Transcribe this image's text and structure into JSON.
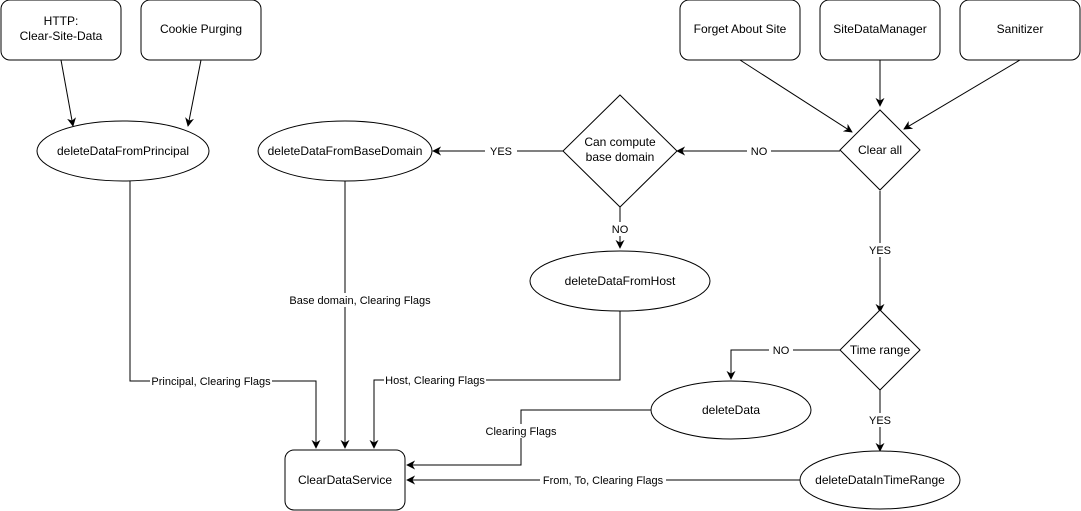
{
  "nodes": {
    "http_clear_site_data": {
      "line1": "HTTP:",
      "line2": "Clear-Site-Data"
    },
    "cookie_purging": {
      "label": "Cookie Purging"
    },
    "forget_about_site": {
      "label": "Forget About Site"
    },
    "site_data_manager": {
      "label": "SiteDataManager"
    },
    "sanitizer": {
      "label": "Sanitizer"
    },
    "delete_data_from_principal": {
      "label": "deleteDataFromPrincipal"
    },
    "delete_data_from_base_domain": {
      "label": "deleteDataFromBaseDomain"
    },
    "can_compute_base_domain": {
      "line1": "Can compute",
      "line2": "base domain"
    },
    "clear_all": {
      "label": "Clear all"
    },
    "delete_data_from_host": {
      "label": "deleteDataFromHost"
    },
    "time_range": {
      "label": "Time range"
    },
    "delete_data": {
      "label": "deleteData"
    },
    "clear_data_service": {
      "label": "ClearDataService"
    },
    "delete_data_in_time_range": {
      "label": "deleteDataInTimeRange"
    }
  },
  "edge_labels": {
    "clear_all_no": "NO",
    "clear_all_yes": "YES",
    "can_compute_yes": "YES",
    "can_compute_no": "NO",
    "time_range_no": "NO",
    "time_range_yes": "YES",
    "base_domain_flags": "Base domain, Clearing Flags",
    "principal_flags": "Principal, Clearing Flags",
    "host_flags": "Host, Clearing Flags",
    "clearing_flags": "Clearing Flags",
    "from_to_flags": "From, To, Clearing Flags"
  }
}
